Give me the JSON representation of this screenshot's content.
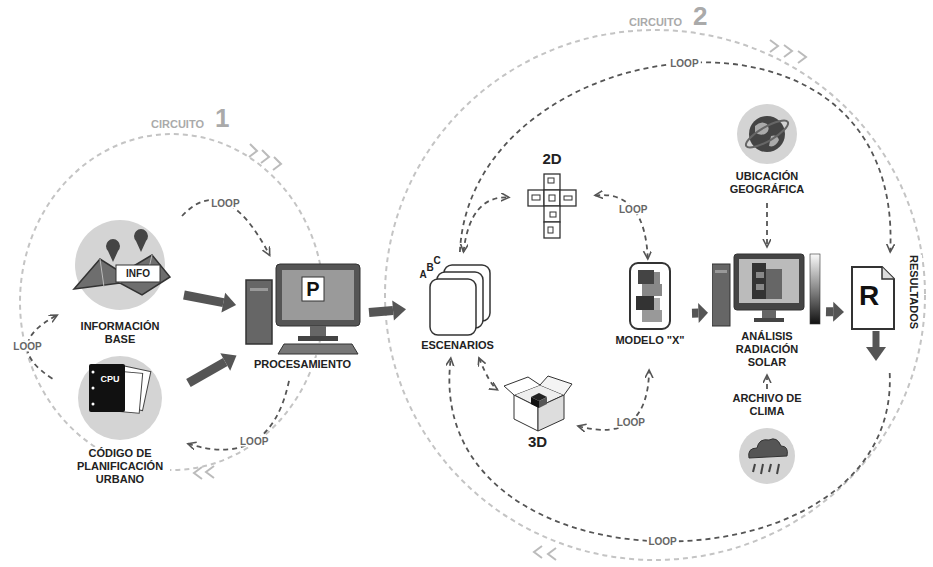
{
  "diagram": {
    "nodes": [
      {
        "text": [
          "INFO",
          "INFORMACIÓN BASE"
        ]
      },
      {
        "text": [
          "CPU",
          "CÓDIGO DE PLANIFICACIÓN URBANO"
        ]
      },
      {
        "text": [
          "P",
          "PROCESAMIENTO"
        ]
      },
      {
        "text": [
          "A",
          "B",
          "C",
          "ESCENARIOS"
        ]
      },
      {
        "text": [
          "2D"
        ]
      },
      {
        "text": [
          "3D"
        ]
      },
      {
        "text": [
          "MODELO \"X\""
        ]
      },
      {
        "text": [
          "ANÁLISIS RADIACIÓN SOLAR"
        ]
      },
      {
        "text": [
          "UBICACIÓN GEOGRÁFICA"
        ]
      },
      {
        "text": [
          "ARCHIVO DE CLIMA"
        ]
      },
      {
        "text": [
          "R",
          "RESULTADOS"
        ]
      }
    ],
    "edges": [
      {
        "from": 0,
        "to": 2,
        "arrow": "to"
      },
      {
        "from": 1,
        "to": 2,
        "arrow": "to"
      },
      {
        "from": 1,
        "to": 0,
        "label": "LOOP",
        "arrow": "to"
      },
      {
        "from": 0,
        "to": 2,
        "label": "LOOP",
        "arrow": "to"
      },
      {
        "from": 2,
        "to": 1,
        "label": "LOOP",
        "arrow": "to"
      },
      {
        "from": 2,
        "to": 3,
        "arrow": "to"
      },
      {
        "from": 3,
        "to": 4,
        "arrow": "both"
      },
      {
        "from": 4,
        "to": 6,
        "label": "LOOP",
        "arrow": "both"
      },
      {
        "from": 3,
        "to": 5,
        "arrow": "both"
      },
      {
        "from": 5,
        "to": 6,
        "label": "LOOP",
        "arrow": "both"
      },
      {
        "from": 6,
        "to": 7,
        "arrow": "to"
      },
      {
        "from": 8,
        "to": 7,
        "arrow": "to"
      },
      {
        "from": 9,
        "to": 7,
        "arrow": "to"
      },
      {
        "from": 7,
        "to": 10,
        "arrow": "to"
      },
      {
        "from": 3,
        "to": 10,
        "label": "LOOP",
        "arrow": "to"
      },
      {
        "from": 10,
        "to": 3,
        "label": "LOOP",
        "arrow": "to"
      }
    ],
    "labels": [
      "CIRCUITO",
      "1",
      "CIRCUITO",
      "2"
    ]
  }
}
